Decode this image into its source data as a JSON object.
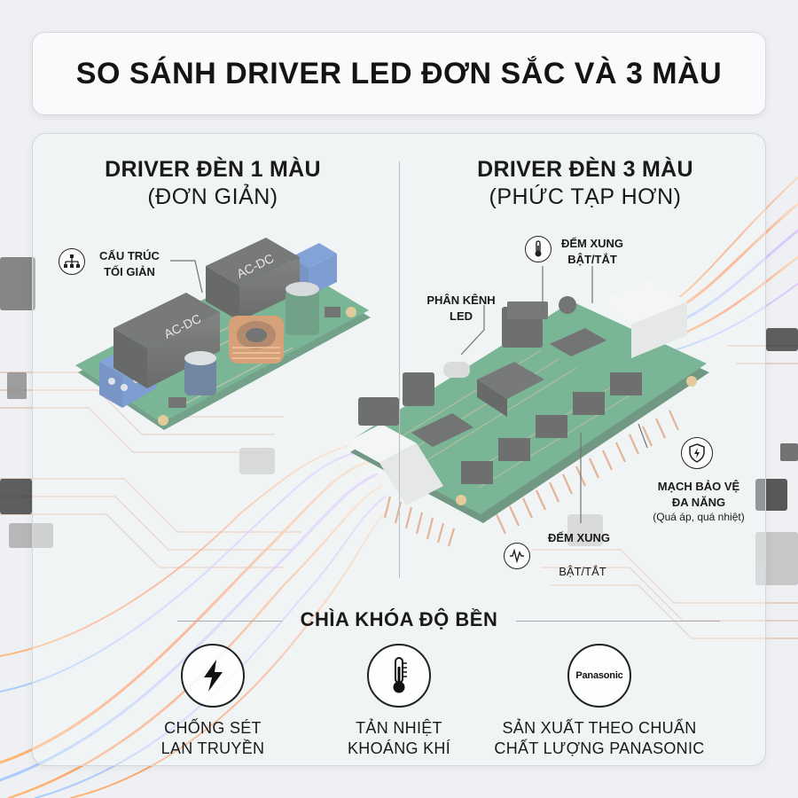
{
  "title": "SO SÁNH DRIVER LED ĐƠN SẮC VÀ 3 MÀU",
  "left": {
    "heading": "DRIVER ĐÈN 1 MÀU",
    "subheading": "(ĐƠN GIẢN)",
    "callout_line1": "CẤU TRÚC",
    "callout_line2": "TỐI GIẢN",
    "chip1": "AC-DC",
    "chip2": "AC-DC"
  },
  "right": {
    "heading": "DRIVER ĐÈN 3 MÀU",
    "subheading": "(PHỨC TẠP HƠN)",
    "callout_top_line1": "ĐẾM XUNG",
    "callout_top_line2": "BẬT/TẮT",
    "callout_channel_line1": "PHÂN KÊNH",
    "callout_channel_line2": "LED",
    "callout_protect_line1": "MẠCH BẢO VỆ",
    "callout_protect_line2": "ĐA NĂNG",
    "callout_protect_note": "(Quá áp, quá nhiệt)",
    "callout_bottom_line1": "ĐẾM XUNG",
    "callout_bottom_line2": "BẬT/TẮT"
  },
  "key": {
    "title": "CHÌA KHÓA ĐỘ BỀN",
    "items": [
      {
        "icon": "lightning-icon",
        "line1": "CHỐNG SÉT",
        "line2": "LAN TRUYỀN"
      },
      {
        "icon": "thermometer-icon",
        "line1": "TẢN NHIỆT",
        "line2": "KHOÁNG KHÍ"
      },
      {
        "icon": "panasonic-logo",
        "line1": "SẢN XUẤT THEO CHUẨN",
        "line2": "CHẤT LƯỢNG PANASONIC"
      }
    ],
    "logo_text": "Panasonic"
  },
  "colors": {
    "pcb_green": "#2e8b57",
    "pcb_dark": "#236b45",
    "copper": "#d68a5c",
    "terminal_blue": "#3b6fc4",
    "text": "#1a1a1a"
  }
}
